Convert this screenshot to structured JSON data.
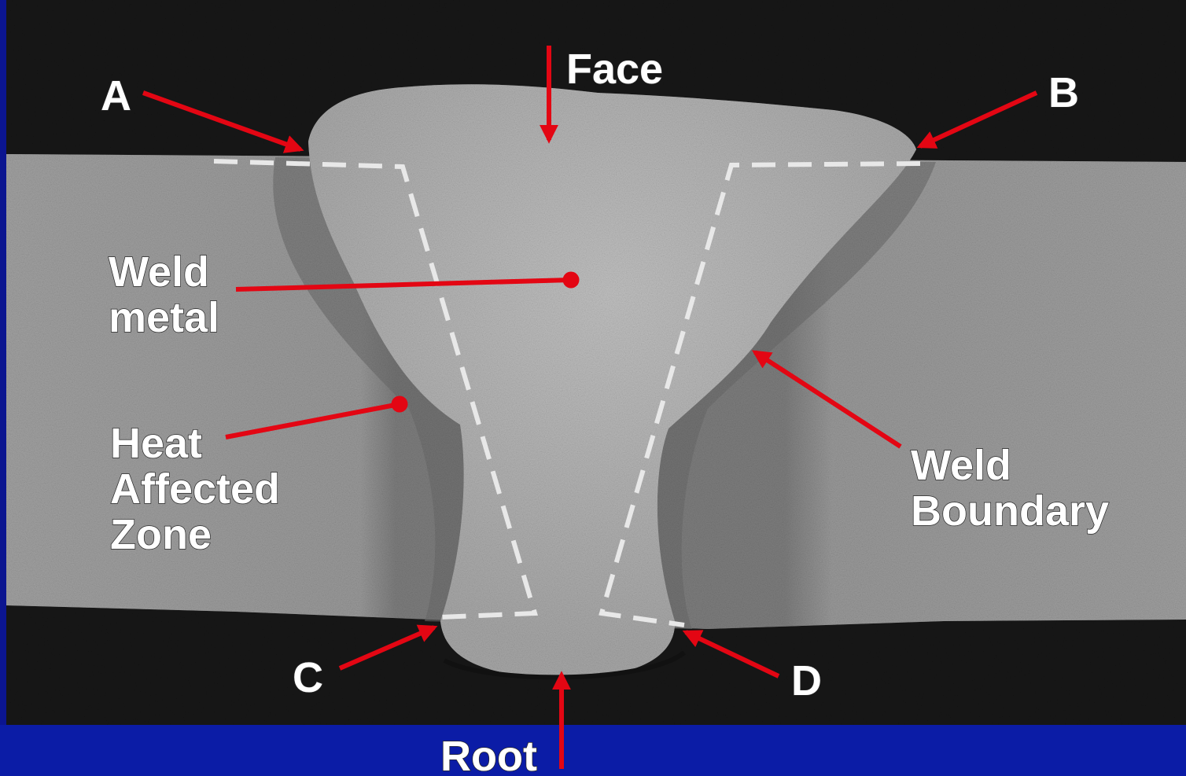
{
  "labels": {
    "face": "Face",
    "a": "A",
    "b": "B",
    "c": "C",
    "d": "D",
    "weld_metal_1": "Weld",
    "weld_metal_2": "metal",
    "haz_1": "Heat",
    "haz_2": "Affected",
    "haz_3": "Zone",
    "boundary_1": "Weld",
    "boundary_2": "Boundary",
    "root": "Root"
  },
  "colors": {
    "arrow": "#e30613",
    "dashed_line": "#e8e8e8",
    "plate": "#9c9c9c",
    "weld": "#b4b4b4",
    "background_dark": "#141414",
    "footer": "#0a1a9e"
  }
}
